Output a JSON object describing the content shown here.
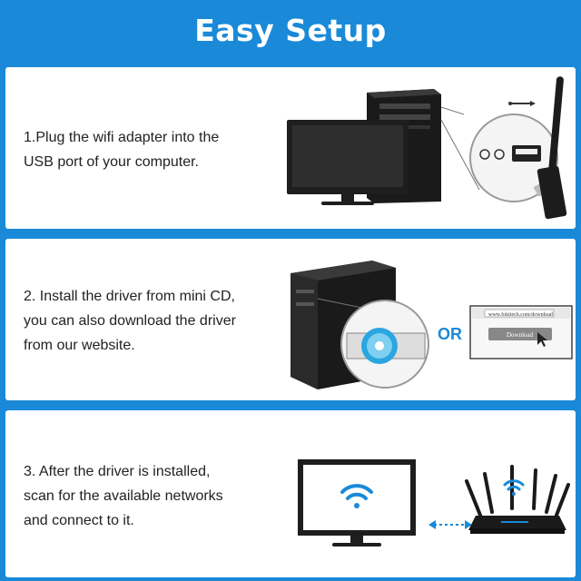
{
  "title": "Easy Setup",
  "steps": [
    {
      "lines": [
        "1.Plug the wifi adapter into the",
        "USB port of your computer."
      ],
      "icons": [
        "monitor-icon",
        "pc-tower-icon",
        "usb-icon",
        "wifi-adapter-icon"
      ]
    },
    {
      "lines": [
        "2. Install the driver from mini CD,",
        "you can also download the driver",
        "from our website."
      ],
      "or_label": "OR",
      "url": "www.fokitech.com/download",
      "download_label": "Download",
      "icons": [
        "pc-tower-icon",
        "cd-icon",
        "browser-icon",
        "cursor-icon"
      ]
    },
    {
      "lines": [
        "3. After the driver is installed,",
        "scan for the available networks",
        "and connect to it."
      ],
      "icons": [
        "monitor-icon",
        "wifi-icon",
        "router-icon"
      ]
    }
  ],
  "colors": {
    "background": "#1a8ad8",
    "accent": "#1a8ad8",
    "panel": "#ffffff",
    "text": "#222222"
  }
}
